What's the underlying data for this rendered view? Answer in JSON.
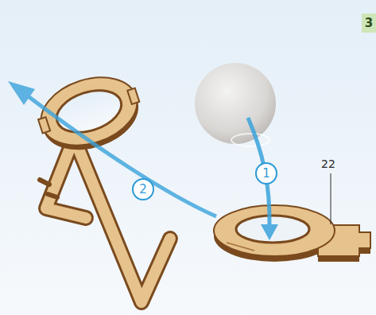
{
  "diagram": {
    "nodes": [
      {
        "text": [
          "3"
        ]
      },
      {
        "text": [
          "1"
        ]
      },
      {
        "text": [
          "2"
        ]
      }
    ],
    "labels": [
      "22"
    ]
  }
}
